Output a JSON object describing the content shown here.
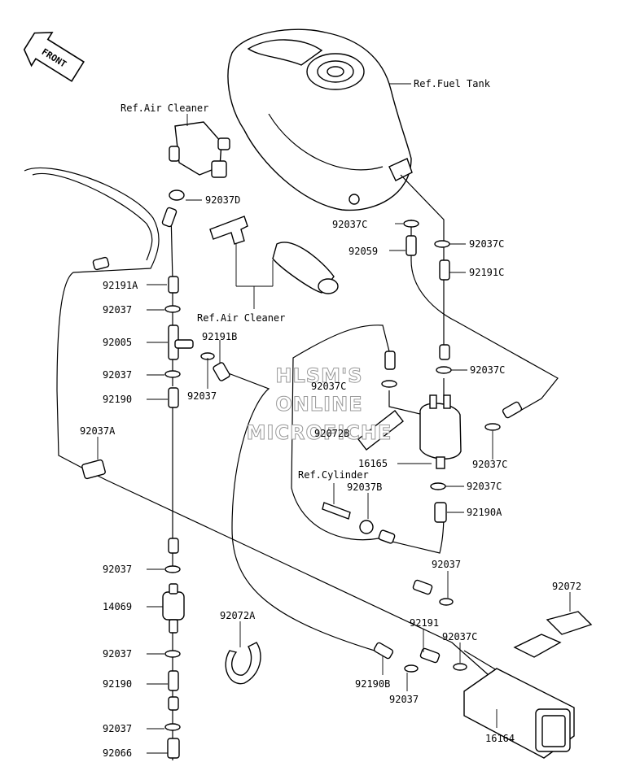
{
  "front_arrow": "FRONT",
  "watermark": [
    "HLSM'S",
    "ONLINE",
    "MICROFICHE"
  ],
  "refs": {
    "fuel_tank": "Ref.Fuel Tank",
    "air_cleaner_top": "Ref.Air Cleaner",
    "air_cleaner_mid": "Ref.Air Cleaner",
    "cylinder": "Ref.Cylinder"
  },
  "part_labels": [
    "92037D",
    "92037C",
    "92059",
    "92037C",
    "92191C",
    "92191A",
    "92037",
    "92005",
    "92191B",
    "92037",
    "92037",
    "92037C",
    "92037C",
    "92190",
    "92072B",
    "92037A",
    "16165",
    "92037C",
    "92037B",
    "92037C",
    "92190A",
    "92037",
    "92072",
    "14069",
    "92037",
    "92072A",
    "92191",
    "92037C",
    "92037",
    "92190B",
    "92190",
    "92037",
    "92037",
    "92066",
    "16164"
  ]
}
